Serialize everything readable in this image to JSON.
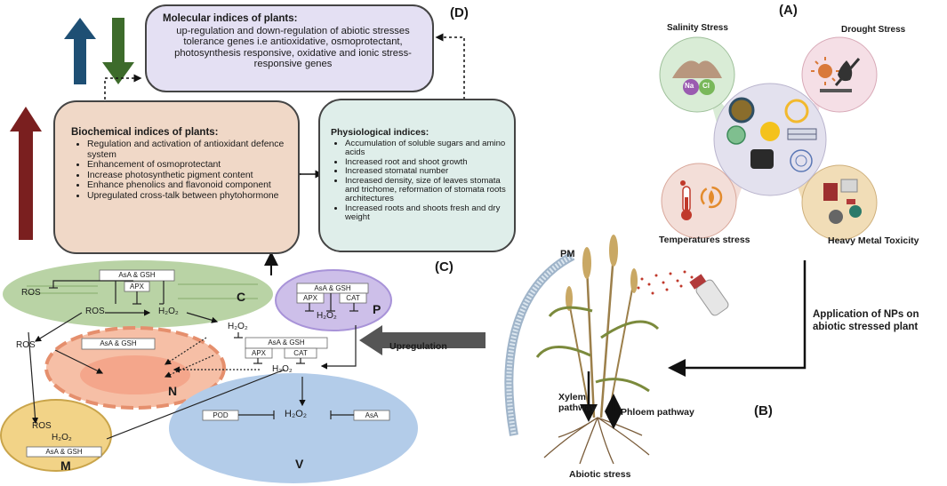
{
  "panel_labels": {
    "a": "(A)",
    "b": "(B)",
    "c": "(C)",
    "d": "(D)"
  },
  "molecular": {
    "title": "Molecular indices of plants:",
    "body": "up-regulation and down-regulation of abiotic stresses tolerance genes i.e antioxidative, osmoprotectant, photosynthesis responsive, oxidative and ionic stress-responsive genes"
  },
  "biochemical": {
    "title": "Biochemical indices of plants:",
    "items": [
      "Regulation and activation of antioxidant defence system",
      "Enhancement of osmoprotectant",
      "Increase photosynthetic pigment content",
      "Enhance phenolics and flavonoid component",
      "Upregulated cross-talk between phytohormone"
    ]
  },
  "physiological": {
    "title": "Physiological indices:",
    "items": [
      "Accumulation of soluble sugars and amino acids",
      "Increased root and shoot growth",
      "Increased stomatal number",
      " Increased density, size of leaves stomata and trichome, reformation of stomata roots architectures",
      "Increased roots and shoots fresh and dry weight"
    ]
  },
  "stresses": {
    "salinity": "Salinity Stress",
    "drought": "Drought Stress",
    "temperature": "Temperatures stress",
    "heavy_metal": "Heavy Metal Toxicity",
    "na": "Na",
    "cl": "Cl"
  },
  "application": {
    "line1": "Application of NPs on",
    "line2": "abiotic stressed plant"
  },
  "plant": {
    "pm": "PM",
    "xylem_1": "Xylem",
    "xylem_2": "pathway",
    "phloem": "Phloem pathway",
    "abiotic": "Abiotic stress"
  },
  "cell": {
    "upregulation": "Upregulation",
    "asa_gsh": "AsA & GSH",
    "apx": "APX",
    "cat": "CAT",
    "pod": "POD",
    "asa": "AsA",
    "ros": "ROS",
    "h2o2": "H₂O₂",
    "org_c": "C",
    "org_p": "P",
    "org_n": "N",
    "org_m": "M",
    "org_v": "V"
  },
  "colors": {
    "up_arrow": "#1e4f74",
    "down_arrow": "#3d6b2b",
    "big_up_arrow": "#7a1f1f",
    "molecular_bg": "#e4e0f3",
    "biochemical_bg": "#f0d8c7",
    "physiological_bg": "#dfeeea",
    "chloroplast": "#b9d3a5",
    "peroxisome": "#cdbfe9",
    "nucleus": "#f6bfa6",
    "mitochondria": "#f2d387",
    "vacuole": "#b3cce9",
    "drought_bg": "#f5dfe6",
    "heavy_metal_bg": "#f1ddb7",
    "temperature_bg": "#f3ded8",
    "salinity_bg": "#d9ecd6",
    "nano_hub_bg": "#e3e1ee"
  }
}
